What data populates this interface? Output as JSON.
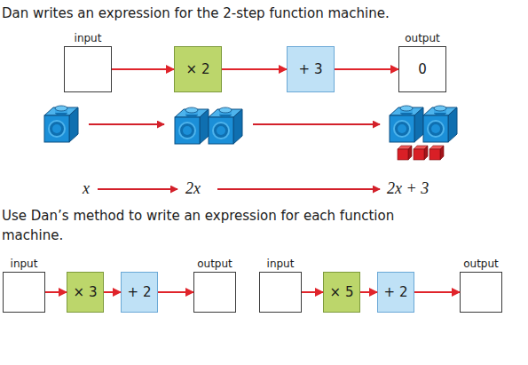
{
  "diagram": {
    "title": "Dan writes an expression for the 2-step function machine.",
    "nodes": [
      {
        "text": [
          "input"
        ]
      },
      {
        "text": [
          "× 2"
        ]
      },
      {
        "text": [
          "+ 3"
        ]
      },
      {
        "text": [
          "output",
          "0"
        ]
      },
      {
        "text": [
          "input"
        ]
      },
      {
        "text": [
          "× 3"
        ]
      },
      {
        "text": [
          "+ 2"
        ]
      },
      {
        "text": [
          "output"
        ]
      },
      {
        "text": [
          "input"
        ]
      },
      {
        "text": [
          "× 5"
        ]
      },
      {
        "text": [
          "+ 2"
        ]
      },
      {
        "text": [
          "output"
        ]
      }
    ],
    "edges": [
      {
        "from": 0,
        "to": 1,
        "arrow": "to"
      },
      {
        "from": 1,
        "to": 2,
        "arrow": "to"
      },
      {
        "from": 2,
        "to": 3,
        "arrow": "to"
      },
      {
        "from": 4,
        "to": 5,
        "arrow": "to"
      },
      {
        "from": 5,
        "to": 6,
        "arrow": "to"
      },
      {
        "from": 6,
        "to": 7,
        "arrow": "to"
      },
      {
        "from": 8,
        "to": 9,
        "arrow": "to"
      },
      {
        "from": 9,
        "to": 10,
        "arrow": "to"
      },
      {
        "from": 10,
        "to": 11,
        "arrow": "to"
      }
    ],
    "labels": [
      "x",
      "2x",
      "2x + 3",
      "Use Dan’s method to write an expression for each function machine."
    ]
  }
}
